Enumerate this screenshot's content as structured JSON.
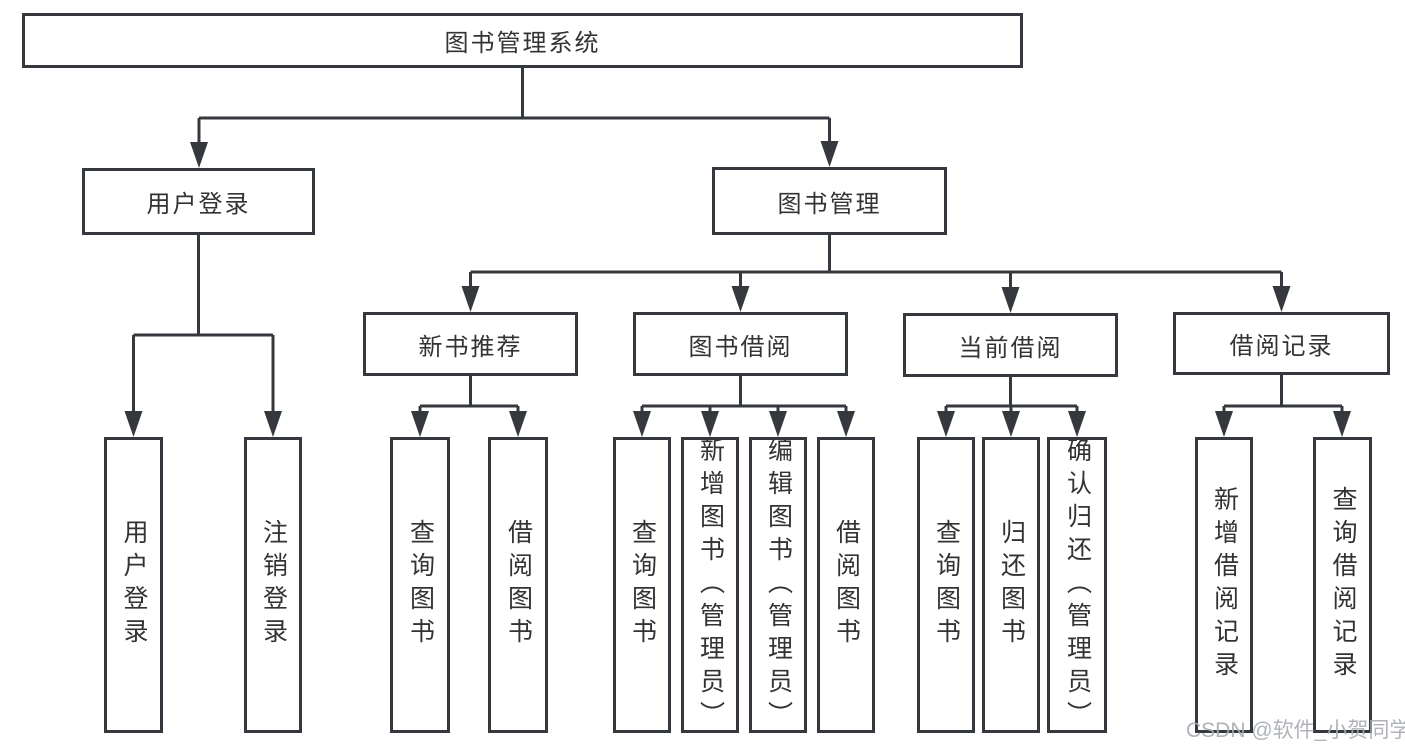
{
  "diagram_title": "图书管理系统",
  "watermark": "CSDN @软件_小贺同学",
  "colors": {
    "line": "#35383d",
    "box_border": "#35383d",
    "text": "#333333",
    "watermark": "#a8acb2",
    "background": "#ffffff"
  },
  "tree": {
    "label": "图书管理系统",
    "children": [
      {
        "label": "用户登录",
        "children": [
          {
            "label": "用户登录"
          },
          {
            "label": "注销登录"
          }
        ]
      },
      {
        "label": "图书管理",
        "children": [
          {
            "label": "新书推荐",
            "children": [
              {
                "label": "查询图书"
              },
              {
                "label": "借阅图书"
              }
            ]
          },
          {
            "label": "图书借阅",
            "children": [
              {
                "label": "查询图书"
              },
              {
                "label": "新增图书（管理员）"
              },
              {
                "label": "编辑图书（管理员）"
              },
              {
                "label": "借阅图书"
              }
            ]
          },
          {
            "label": "当前借阅",
            "children": [
              {
                "label": "查询图书"
              },
              {
                "label": "归还图书"
              },
              {
                "label": "确认归还（管理员）"
              }
            ]
          },
          {
            "label": "借阅记录",
            "children": [
              {
                "label": "新增借阅记录"
              },
              {
                "label": "查询借阅记录"
              }
            ]
          }
        ]
      }
    ]
  }
}
